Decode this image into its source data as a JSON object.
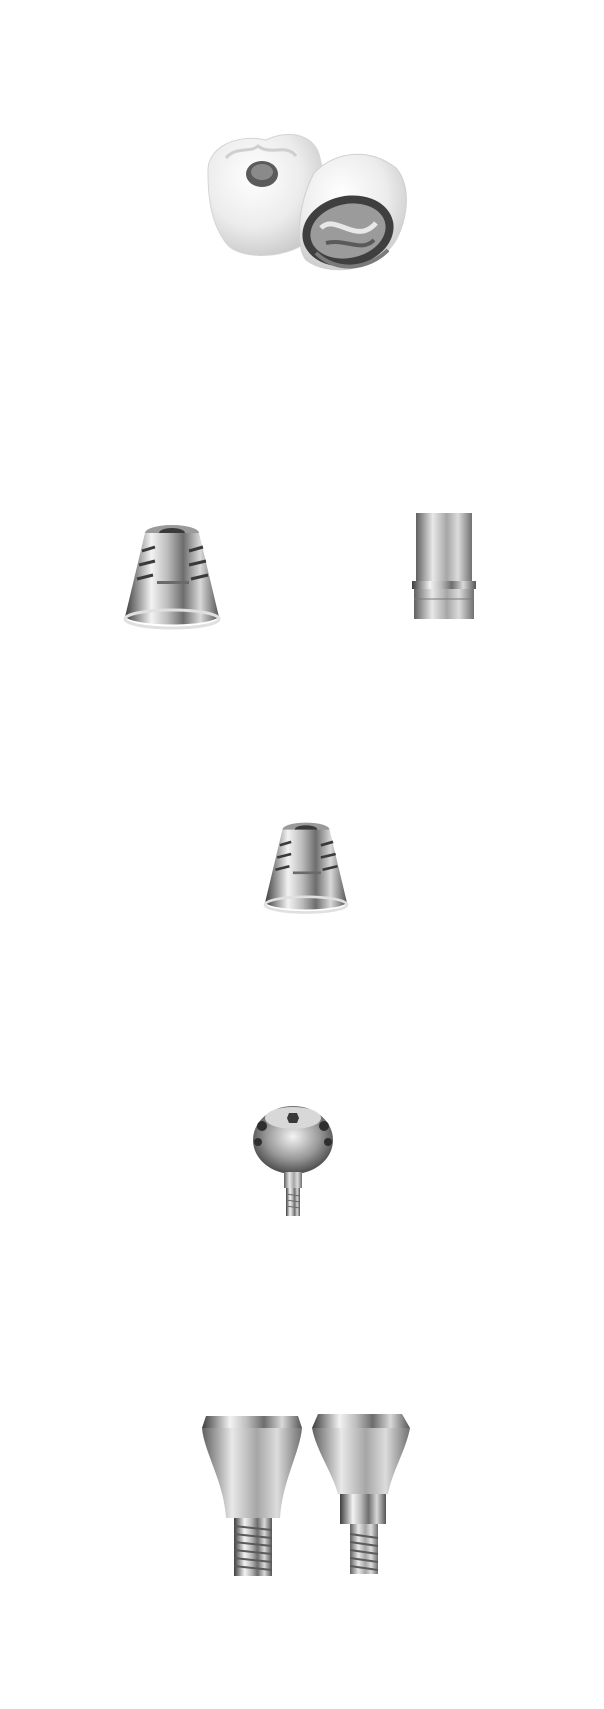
{
  "products": [
    {
      "name": "crown-with-access-hole",
      "image": "zirconia-crown-pair"
    },
    {
      "name": "conical-cap-left",
      "image": "conical-titanium-cap"
    },
    {
      "name": "straight-titanium-sleeve",
      "image": "straight-titanium-sleeve"
    },
    {
      "name": "conical-cap-center",
      "image": "conical-titanium-cap"
    },
    {
      "name": "ball-attachment-abutment",
      "image": "locator-abutment"
    },
    {
      "name": "angled-abutments-pair",
      "image": "anatomic-abutment-pair"
    }
  ],
  "colors": {
    "background": "#ffffff",
    "metal_light": "#f2f2f2",
    "metal_dark": "#4a4a4a",
    "ceramic": "#eeeeee"
  }
}
